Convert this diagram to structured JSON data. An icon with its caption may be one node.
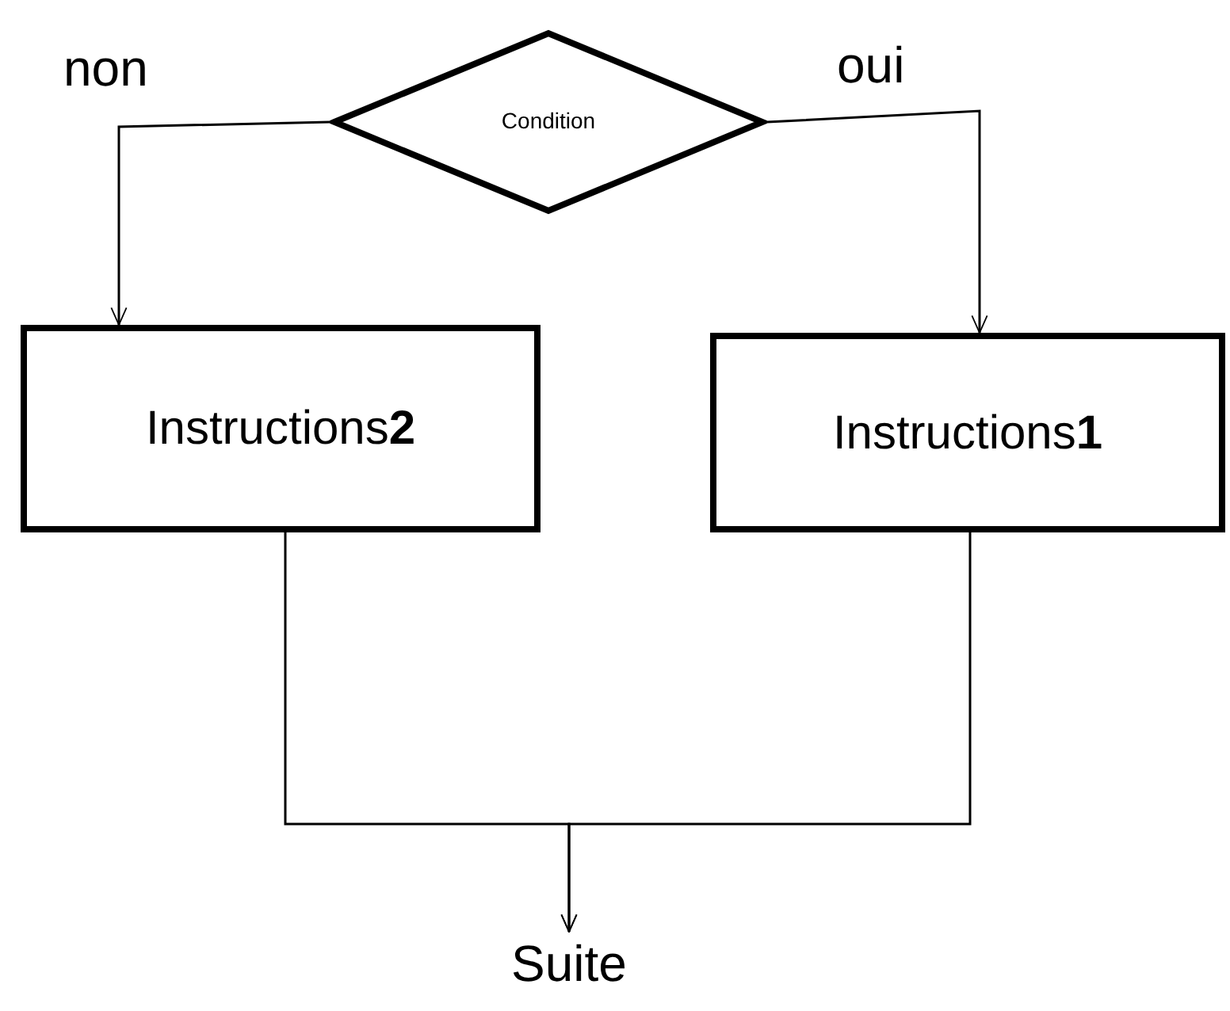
{
  "diagram": {
    "nodes": [
      {
        "text": [
          "Condition"
        ]
      },
      {
        "text": [
          "Instructions**2**"
        ]
      },
      {
        "text": [
          "Instructions**1**"
        ]
      },
      {
        "text": [
          "Suite"
        ]
      }
    ],
    "edges": [
      {
        "from": 0,
        "to": 1,
        "arrow": "to",
        "label": "non"
      },
      {
        "from": 0,
        "to": 2,
        "arrow": "to",
        "label": "oui"
      },
      {
        "from": 1,
        "to": 3,
        "arrow": "to"
      },
      {
        "from": 2,
        "to": 3,
        "arrow": "to"
      }
    ]
  }
}
